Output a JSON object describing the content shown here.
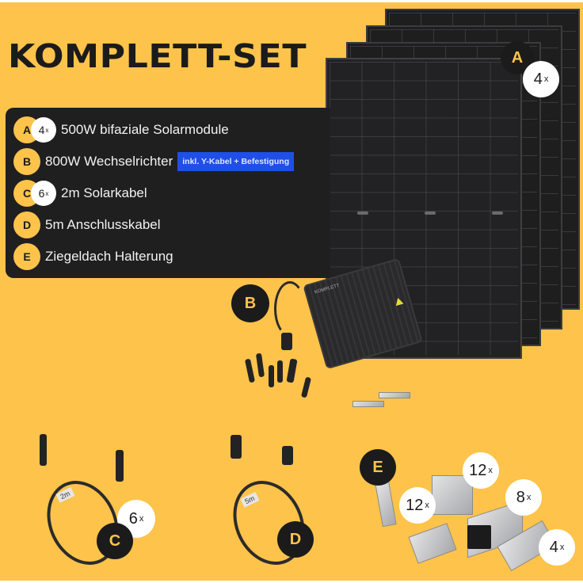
{
  "title": "KOMPLETT-SET",
  "colors": {
    "background": "#fdc34b",
    "list_box": "#1f1f20",
    "letter_badge": "#fdc34b",
    "qty_badge": "#ffffff",
    "info_badge": "#1f4fe6",
    "panel": "#1e1e1f"
  },
  "items": [
    {
      "letter": "A",
      "qty": "4",
      "qty_suffix": "x",
      "label": "500W bifaziale Solarmodule"
    },
    {
      "letter": "B",
      "label": "800W Wechselrichter",
      "badge": "inkl. Y-Kabel + Befestigung"
    },
    {
      "letter": "C",
      "qty": "6",
      "qty_suffix": "x",
      "label": "2m Solarkabel"
    },
    {
      "letter": "D",
      "label": "5m Anschlusskabel"
    },
    {
      "letter": "E",
      "label": "Ziegeldach Halterung"
    }
  ],
  "markers": {
    "A": {
      "letter": "A",
      "qty": "4",
      "suffix": "x"
    },
    "B": {
      "letter": "B"
    },
    "C": {
      "letter": "C",
      "qty": "6",
      "suffix": "x",
      "tag": "2m"
    },
    "D": {
      "letter": "D",
      "tag": "5m"
    },
    "E": {
      "letter": "E",
      "parts": [
        {
          "qty": "12",
          "suffix": "x"
        },
        {
          "qty": "12",
          "suffix": "x"
        },
        {
          "qty": "8",
          "suffix": "x"
        },
        {
          "qty": "4",
          "suffix": "x"
        }
      ]
    }
  },
  "inverter_logo": "KOMPLETT"
}
